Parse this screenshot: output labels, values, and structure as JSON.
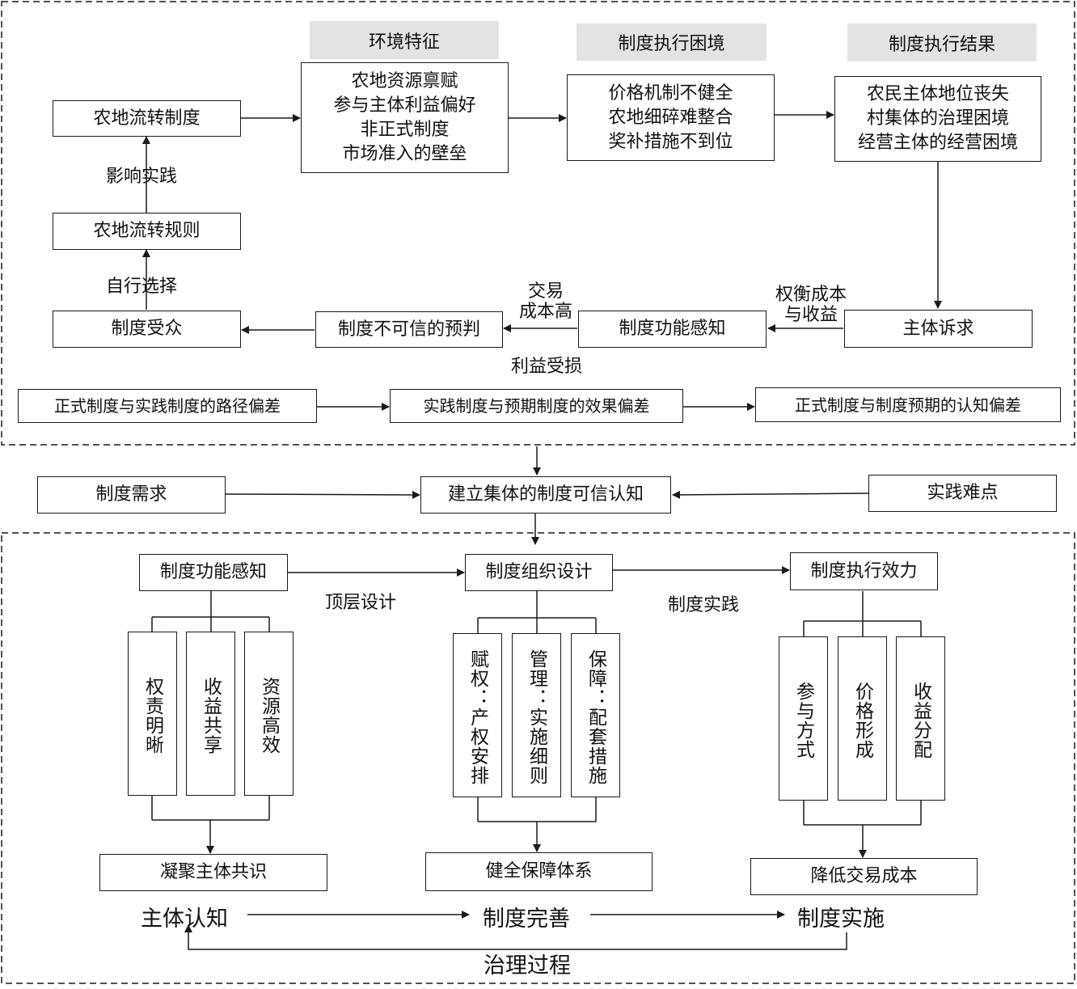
{
  "top": {
    "headers": {
      "env": "环境特征",
      "dilemma": "制度执行困境",
      "result": "制度执行结果"
    },
    "rule_system": "农地流转制度",
    "env_features": [
      "农地资源禀赋",
      "参与主体利益偏好",
      "非正式制度",
      "市场准入的壁垒"
    ],
    "dilemmas": [
      "价格机制不健全",
      "农地细碎难整合",
      "奖补措施不到位"
    ],
    "results": [
      "农民主体地位丧失",
      "村集体的治理困境",
      "经营主体的经营困境"
    ],
    "label_influence": "影响实践",
    "rules": "农地流转规则",
    "label_choice": "自行选择",
    "audience": "制度受众",
    "distrust": "制度不可信的预判",
    "label_tx_1": "交易",
    "label_tx_2": "成本高",
    "perception": "制度功能感知",
    "label_tradeoff_1": "权衡成本",
    "label_tradeoff_2": "与收益",
    "appeal": "主体诉求",
    "label_loss": "利益受损",
    "dev1": "正式制度与实践制度的路径偏差",
    "dev2": "实践制度与预期制度的效果偏差",
    "dev3": "正式制度与制度预期的认知偏差"
  },
  "middle": {
    "demand": "制度需求",
    "build": "建立集体的制度可信认知",
    "difficulty": "实践难点"
  },
  "bottom": {
    "perception": "制度功能感知",
    "org_design": "制度组织设计",
    "effect": "制度执行效力",
    "label_top_design": "顶层设计",
    "label_practice": "制度实践",
    "perc_items": [
      "权责明晰",
      "收益共享",
      "资源高效"
    ],
    "org_items": [
      "赋权：产权安排",
      "管理：实施细则",
      "保障：配套措施"
    ],
    "eff_items": [
      "参与方式",
      "价格形成",
      "收益分配"
    ],
    "consensus": "凝聚主体共识",
    "guarantee": "健全保障体系",
    "reduce": "降低交易成本",
    "cog": "主体认知",
    "perfect": "制度完善",
    "implement": "制度实施",
    "process": "治理过程"
  },
  "colors": {
    "line": "#1a1a1a",
    "header_bg": "#e3e3e3"
  }
}
